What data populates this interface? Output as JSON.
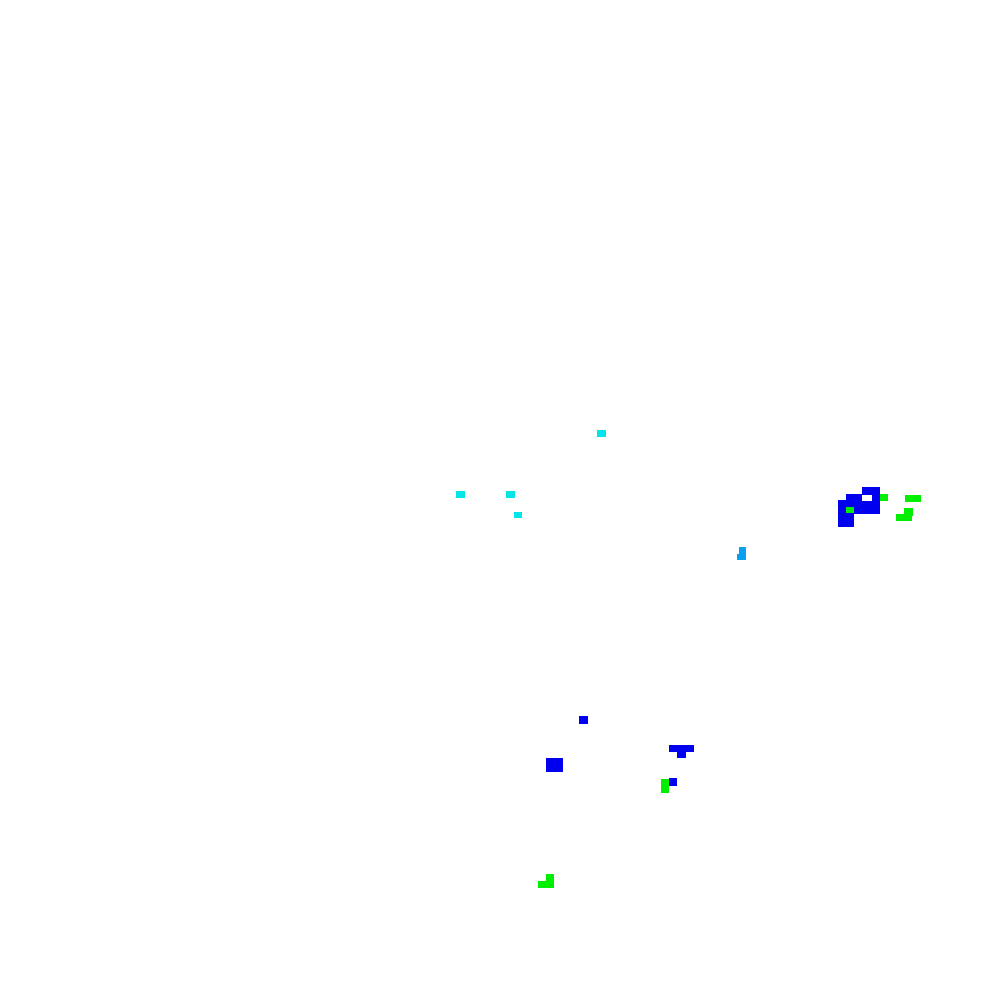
{
  "palette": {
    "background": "#ffffff",
    "cyan": "#00e5e5",
    "sky": "#0aa0f0",
    "blue": "#0000ee",
    "green": "#00ee00"
  },
  "clusters": [
    {
      "name": "cyan-dot-cluster",
      "color": "cyan"
    },
    {
      "name": "sky-blue-mark",
      "color": "sky"
    },
    {
      "name": "right-blue-cluster",
      "color": "blue"
    },
    {
      "name": "right-green-cluster",
      "color": "green"
    },
    {
      "name": "lower-blue-cluster",
      "color": "blue"
    },
    {
      "name": "lower-green-cluster",
      "color": "green"
    }
  ]
}
